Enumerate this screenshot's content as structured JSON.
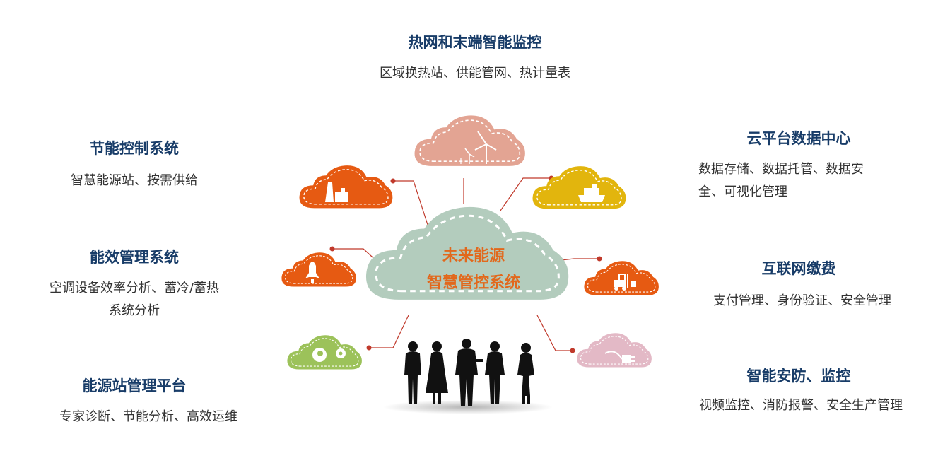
{
  "center": {
    "line1": "未来能源",
    "line2": "智慧管控系统"
  },
  "modules": {
    "top": {
      "title": "热网和末端智能监控",
      "desc": "区域换热站、供能管网、热计量表"
    },
    "left1": {
      "title": "节能控制系统",
      "desc": "智慧能源站、按需供给"
    },
    "left2": {
      "title": "能效管理系统",
      "desc1": "空调设备效率分析、蓄冷/蓄热",
      "desc2": "系统分析"
    },
    "left3": {
      "title": "能源站管理平台",
      "desc": "专家诊断、节能分析、高效运维"
    },
    "right1": {
      "title": "云平台数据中心",
      "desc1": "数据存储、数据托管、数据安",
      "desc2": "全、可视化管理"
    },
    "right2": {
      "title": "互联网缴费",
      "desc": "支付管理、身份验证、安全管理"
    },
    "right3": {
      "title": "智能安防、监控",
      "desc": "视频监控、消防报警、安全生产管理"
    }
  },
  "icons": [
    "wind-turbine-icon",
    "factory-icon",
    "rocket-icon",
    "brain-gear-icon",
    "ship-icon",
    "forklift-icon",
    "plug-icon"
  ],
  "colors": {
    "title": "#183c68",
    "text": "#333333",
    "center_cloud": "#b3ccbd",
    "orange": "#e65a12",
    "pink": "#e3a493",
    "yellow": "#e2b50d",
    "green": "#9cc25a",
    "lightpink": "#e3b9c6",
    "connector": "#c0392b"
  }
}
